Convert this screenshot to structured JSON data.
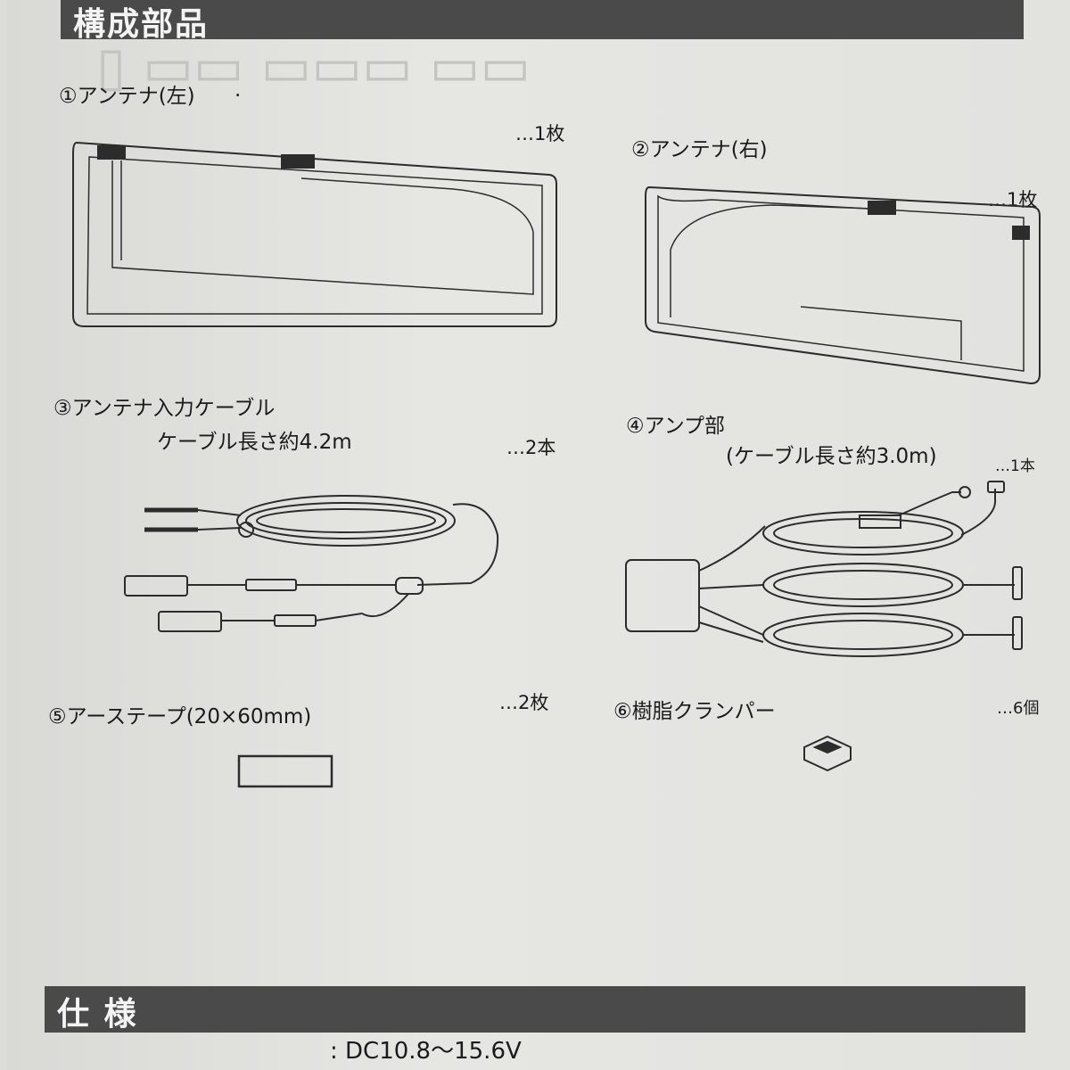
{
  "header": {
    "title": "構成部品"
  },
  "parts": [
    {
      "label": "①アンテナ(左)",
      "mark": ".",
      "qty": "…1枚"
    },
    {
      "label": "②アンテナ(右)",
      "qty": "…1枚"
    },
    {
      "label": "③アンテナ入力ケーブル",
      "sublabel": "ケーブル長さ約4.2m",
      "qty": "…2本"
    },
    {
      "label": "④アンプ部",
      "sublabel": "(ケーブル長さ約3.0m)",
      "qty": "…1本"
    },
    {
      "label": "⑤アーステープ(20×60mm)",
      "qty": "…2枚"
    },
    {
      "label": "⑥樹脂クランパー",
      "qty": "…6個"
    }
  ],
  "specs": {
    "title": "仕 様",
    "voltage": ": DC10.8～15.6V"
  }
}
